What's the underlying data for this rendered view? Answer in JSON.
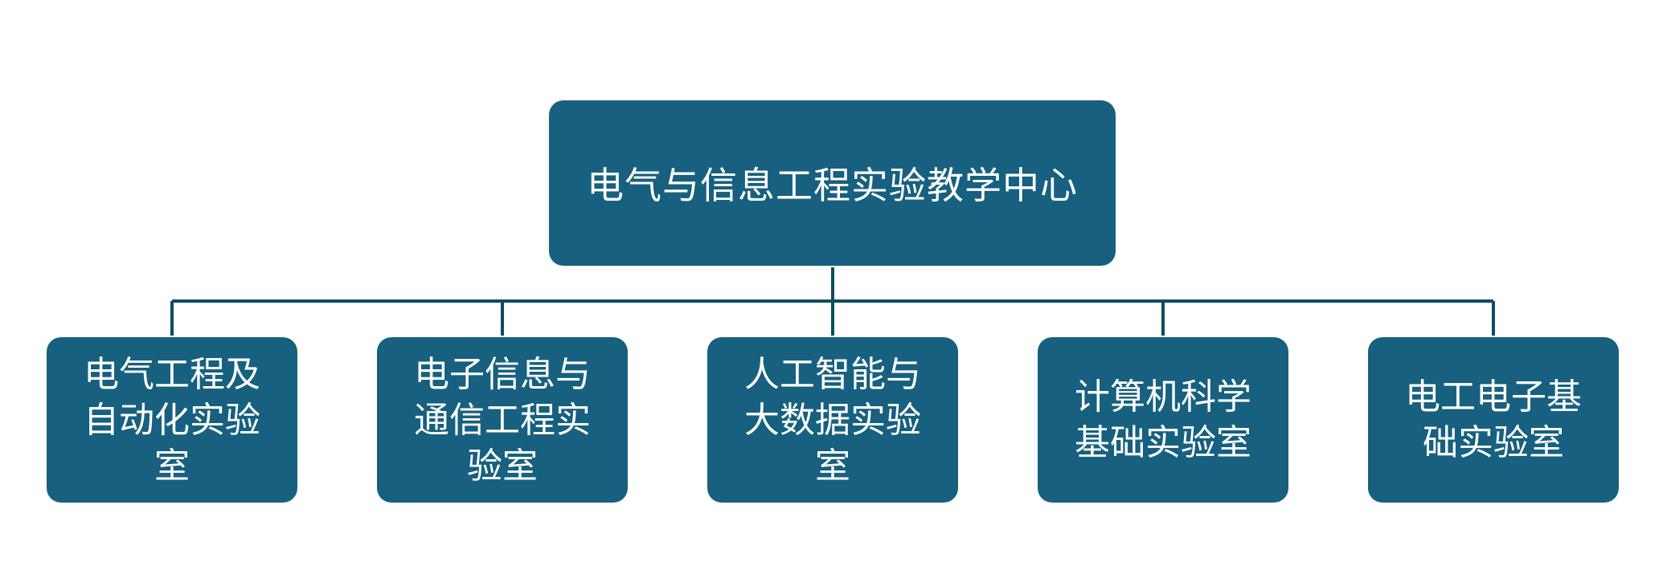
{
  "colors": {
    "node_fill": "#17607F",
    "connector": "#0F4C62",
    "text": "#FFFFFF",
    "background": "#FFFFFF"
  },
  "root": {
    "label": "电气与信息工程实验教学中心"
  },
  "children": [
    {
      "label": "电气工程及自动化实验室"
    },
    {
      "label": "电子信息与通信工程实验室"
    },
    {
      "label": "人工智能与大数据实验室"
    },
    {
      "label": "计算机科学基础实验室"
    },
    {
      "label": "电工电子基础实验室"
    }
  ]
}
